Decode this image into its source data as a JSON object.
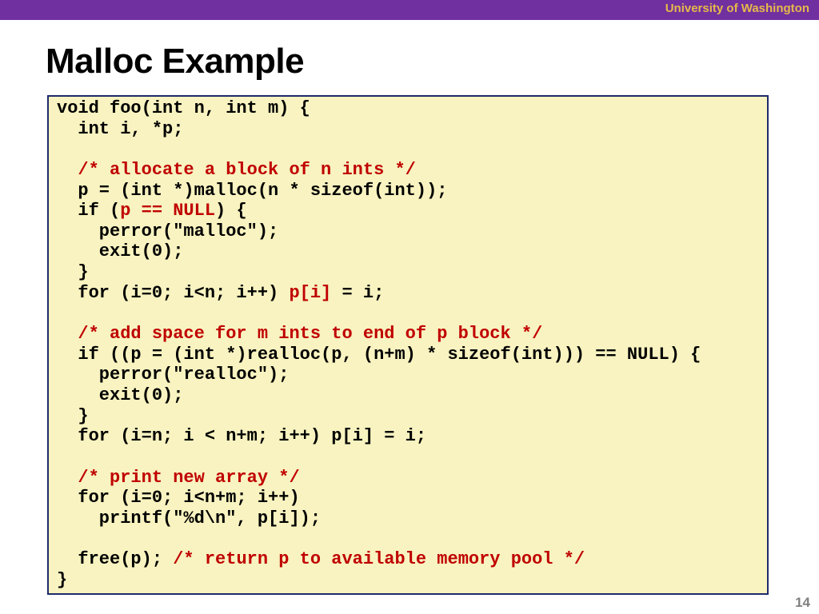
{
  "header": {
    "brand": "University of Washington",
    "bar_color": "#7030a0",
    "brand_color": "#e6b94a"
  },
  "slide": {
    "title": "Malloc Example",
    "number": "14"
  },
  "code": {
    "background": "#f8f3c0",
    "border_color": "#1f2a6b",
    "comment_color": "#c00000",
    "lines": [
      [
        {
          "t": "void foo(int n, int m) {",
          "c": "plain"
        }
      ],
      [
        {
          "t": "  int i, *p;",
          "c": "plain"
        }
      ],
      [],
      [
        {
          "t": "  /* allocate a block of n ints */",
          "c": "red"
        }
      ],
      [
        {
          "t": "  p = (int *)malloc(n * sizeof(int));",
          "c": "plain"
        }
      ],
      [
        {
          "t": "  if (",
          "c": "plain"
        },
        {
          "t": "p == NULL",
          "c": "red"
        },
        {
          "t": ") {",
          "c": "plain"
        }
      ],
      [
        {
          "t": "    perror(\"malloc\");",
          "c": "plain"
        }
      ],
      [
        {
          "t": "    exit(0);",
          "c": "plain"
        }
      ],
      [
        {
          "t": "  }",
          "c": "plain"
        }
      ],
      [
        {
          "t": "  for (i=0; i<n; i++) ",
          "c": "plain"
        },
        {
          "t": "p[i]",
          "c": "red"
        },
        {
          "t": " = i;",
          "c": "plain"
        }
      ],
      [],
      [
        {
          "t": "  /* add space for m ints to end of p block */",
          "c": "red"
        }
      ],
      [
        {
          "t": "  if ((p = (int *)realloc(p, (n+m) * sizeof(int))) == NULL) {",
          "c": "plain"
        }
      ],
      [
        {
          "t": "    perror(\"realloc\");",
          "c": "plain"
        }
      ],
      [
        {
          "t": "    exit(0);",
          "c": "plain"
        }
      ],
      [
        {
          "t": "  }",
          "c": "plain"
        }
      ],
      [
        {
          "t": "  for (i=n; i < n+m; i++) p[i] = i;",
          "c": "plain"
        }
      ],
      [],
      [
        {
          "t": "  /* print new array */",
          "c": "red"
        }
      ],
      [
        {
          "t": "  for (i=0; i<n+m; i++)",
          "c": "plain"
        }
      ],
      [
        {
          "t": "    printf(\"%d\\n\", p[i]);",
          "c": "plain"
        }
      ],
      [],
      [
        {
          "t": "  free(p); ",
          "c": "plain"
        },
        {
          "t": "/* return p to available memory pool */",
          "c": "red"
        }
      ],
      [
        {
          "t": "}",
          "c": "plain"
        }
      ]
    ]
  }
}
